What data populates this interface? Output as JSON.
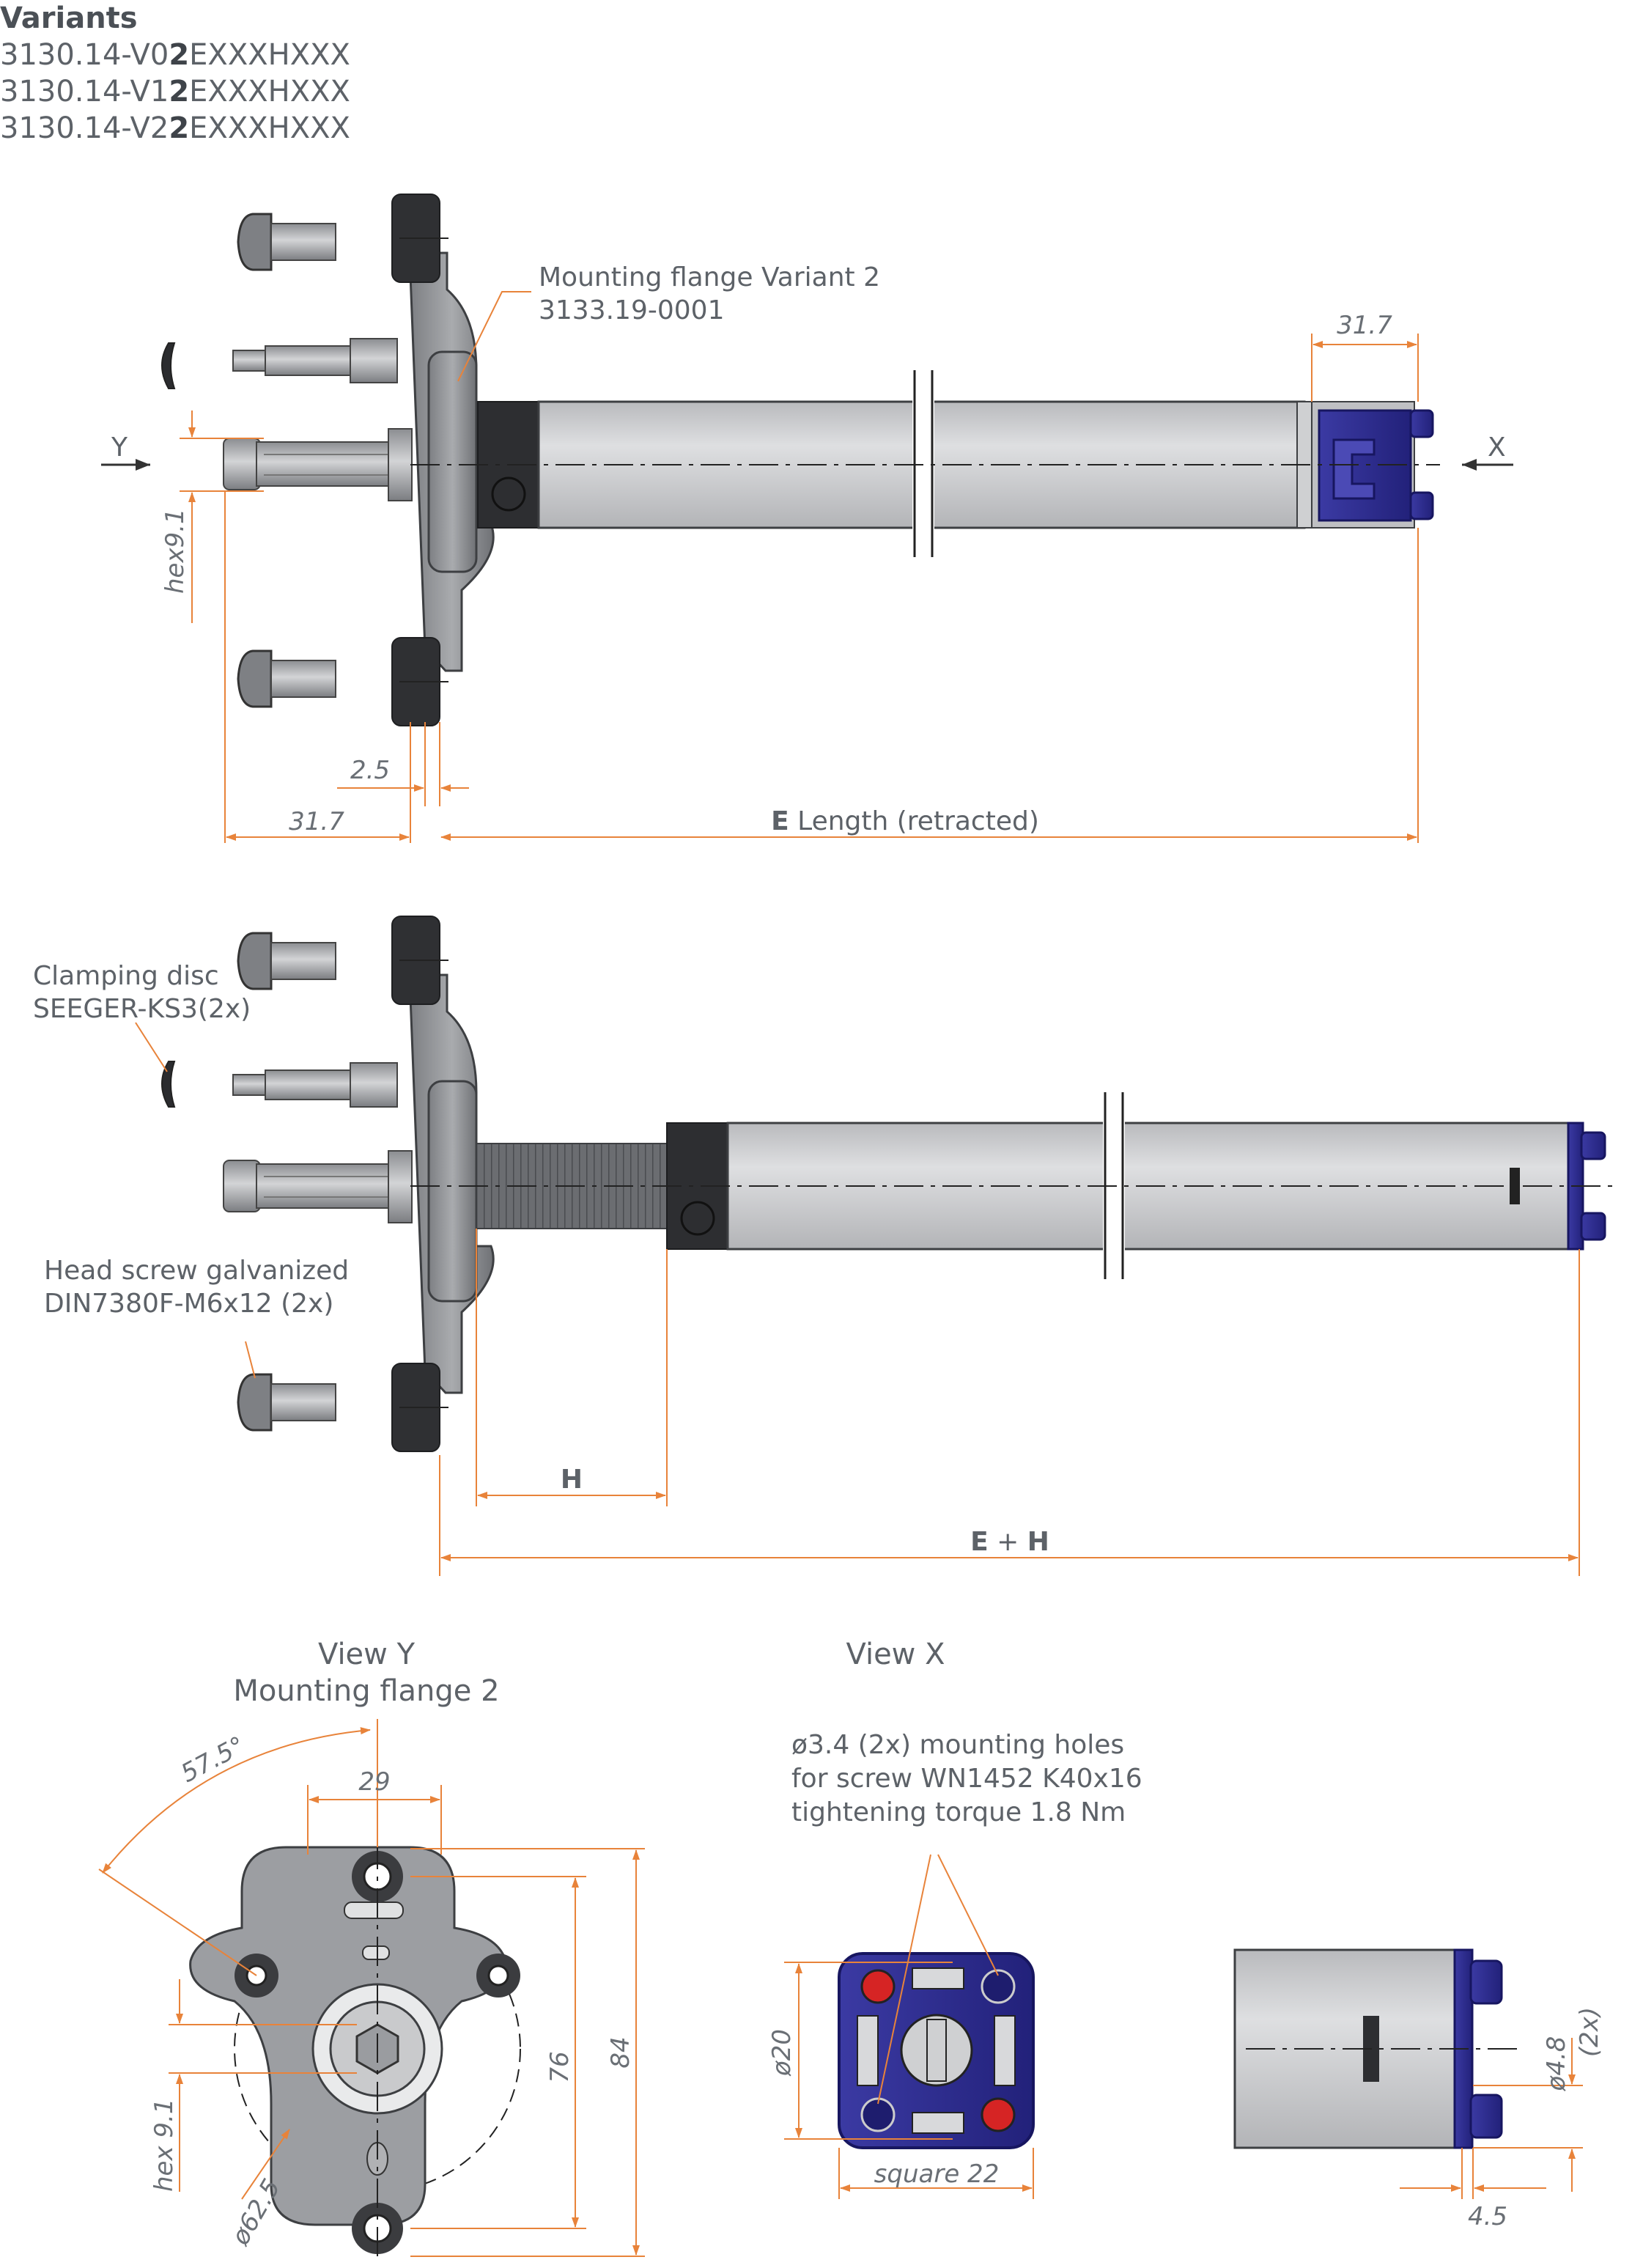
{
  "variants": {
    "header": "Variants",
    "items": [
      {
        "pre": "3130.14-V0",
        "bold": "2",
        "post": "EXXXHXXX"
      },
      {
        "pre": "3130.14-V1",
        "bold": "2",
        "post": "EXXXHXXX"
      },
      {
        "pre": "3130.14-V2",
        "bold": "2",
        "post": "EXXXHXXX"
      }
    ]
  },
  "view_top": {
    "flange_label_1": "Mounting flange Variant 2",
    "flange_label_2": "3133.19-0001",
    "arrow_y": "Y",
    "arrow_x": "X",
    "dim_cap": "31.7",
    "dim_hex": "hex9.1",
    "dim_thickness": "2.5",
    "dim_shaft": "31.7",
    "dim_length_bold": "E",
    "dim_length_text": "Length (retracted)"
  },
  "view_mid": {
    "clamp_label_1": "Clamping disc",
    "clamp_label_2": "SEEGER-KS3(2x)",
    "screw_label_1": "Head screw galvanized",
    "screw_label_2": "DIN7380F-M6x12 (2x)",
    "dim_h": "H",
    "dim_eh_e": "E",
    "dim_eh_plus": "+",
    "dim_eh_h": "H"
  },
  "view_y": {
    "title_1": "View Y",
    "title_2": "Mounting flange 2",
    "dim_angle": "57.5°",
    "dim_width": "29",
    "dim_76": "76",
    "dim_84": "84",
    "dim_hex": "hex 9.1",
    "dim_dia": "ø62.5"
  },
  "view_x": {
    "title": "View X",
    "note_1": "ø3.4 (2x) mounting holes",
    "note_2": "for screw WN1452 K40x16",
    "note_3": "tightening torque 1.8 Nm",
    "dim_dia20": "ø20",
    "dim_square": "square 22",
    "dim_48": "ø4.8",
    "dim_48_count": "(2x)",
    "dim_45": "4.5"
  },
  "colors": {
    "dimension": "#e8833a",
    "housing": "#c8c9cb",
    "flange": "#8f9195",
    "dark_part": "#3a3b3e",
    "end_cap_blue": "#2e2d8f",
    "hole_red": "#d62424"
  }
}
